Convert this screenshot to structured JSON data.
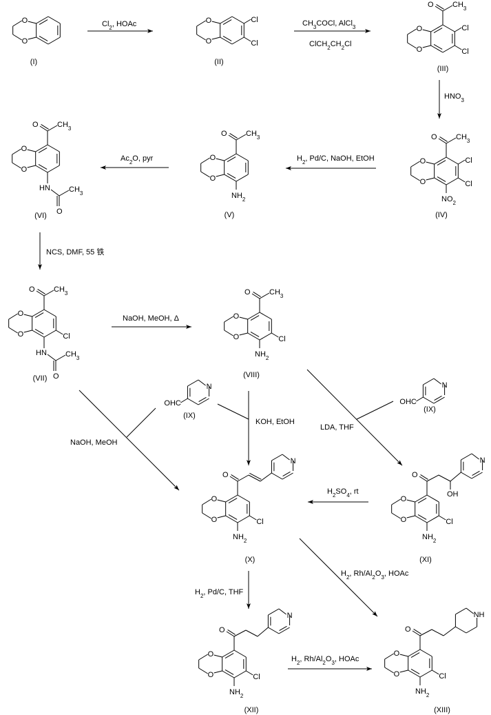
{
  "title": "Synthesis scheme of 1-(8-amino-7-chloro-2,3-dihydro-1,4-benzodioxin-5-yl)-3-(piperidin-4-yl)propan-1-one",
  "compounds": [
    {
      "id": "I",
      "label": "(I)"
    },
    {
      "id": "II",
      "label": "(II)"
    },
    {
      "id": "III",
      "label": "(III)"
    },
    {
      "id": "IV",
      "label": "(IV)"
    },
    {
      "id": "V",
      "label": "(V)"
    },
    {
      "id": "VI",
      "label": "(VI)"
    },
    {
      "id": "VII",
      "label": "(VII)"
    },
    {
      "id": "VIII",
      "label": "(VIII)"
    },
    {
      "id": "IX_a",
      "label": "(IX)"
    },
    {
      "id": "IX_b",
      "label": "(IX)"
    },
    {
      "id": "X",
      "label": "(X)"
    },
    {
      "id": "XI",
      "label": "(XI)"
    },
    {
      "id": "XII",
      "label": "(XII)"
    },
    {
      "id": "XIII",
      "label": "(XIII)"
    }
  ],
  "atoms": {
    "O": "O",
    "Cl": "Cl",
    "CH3": "CH",
    "sub3": "3",
    "NH2": "NH",
    "sub2": "2",
    "NO2": "NO",
    "HN": "HN",
    "N": "N",
    "NH": "NH",
    "OH": "OH",
    "OHC": "OHC"
  },
  "reactions": [
    {
      "id": "r1",
      "from": "I",
      "to": "II",
      "reagents": [
        {
          "t": "Cl"
        },
        {
          "t": "2",
          "sub": true
        },
        {
          "t": ", HOAc"
        }
      ]
    },
    {
      "id": "r2",
      "from": "II",
      "to": "III",
      "reagents": [
        {
          "t": "CH"
        },
        {
          "t": "3",
          "sub": true
        },
        {
          "t": "COCl, AlCl"
        },
        {
          "t": "3",
          "sub": true
        }
      ],
      "reagents_below": [
        {
          "t": "ClCH"
        },
        {
          "t": "2",
          "sub": true
        },
        {
          "t": "CH"
        },
        {
          "t": "2",
          "sub": true
        },
        {
          "t": "Cl"
        }
      ]
    },
    {
      "id": "r3",
      "from": "III",
      "to": "IV",
      "reagents": [
        {
          "t": "HNO"
        },
        {
          "t": "3",
          "sub": true
        }
      ]
    },
    {
      "id": "r4",
      "from": "IV",
      "to": "V",
      "reagents": [
        {
          "t": "H"
        },
        {
          "t": "2",
          "sub": true
        },
        {
          "t": ", Pd/C, NaOH, EtOH"
        }
      ]
    },
    {
      "id": "r5",
      "from": "V",
      "to": "VI",
      "reagents": [
        {
          "t": "Ac"
        },
        {
          "t": "2",
          "sub": true
        },
        {
          "t": "O, pyr"
        }
      ]
    },
    {
      "id": "r6",
      "from": "VI",
      "to": "VII",
      "reagents": [
        {
          "t": "NCS, DMF, 55 铁"
        }
      ]
    },
    {
      "id": "r7",
      "from": "VII",
      "to": "VIII",
      "reagents": [
        {
          "t": "NaOH, MeOH, Δ"
        }
      ]
    },
    {
      "id": "r8",
      "from": "VII",
      "to": "X",
      "reagents": [
        {
          "t": "NaOH, MeOH"
        }
      ]
    },
    {
      "id": "r9",
      "from": "VIII",
      "to": "X",
      "reagents": [
        {
          "t": "KOH, EtOH"
        }
      ]
    },
    {
      "id": "r10",
      "from": "VIII",
      "to": "XI",
      "reagents": [
        {
          "t": "LDA, THF"
        }
      ]
    },
    {
      "id": "r11",
      "from": "XI",
      "to": "X",
      "reagents": [
        {
          "t": "H"
        },
        {
          "t": "2",
          "sub": true
        },
        {
          "t": "SO"
        },
        {
          "t": "4",
          "sub": true
        },
        {
          "t": ", rt"
        }
      ]
    },
    {
      "id": "r12",
      "from": "X",
      "to": "XII",
      "reagents": [
        {
          "t": "H"
        },
        {
          "t": "2",
          "sub": true
        },
        {
          "t": ", Pd/C, THF"
        }
      ]
    },
    {
      "id": "r13",
      "from": "X",
      "to": "XIII",
      "reagents": [
        {
          "t": "H"
        },
        {
          "t": "2",
          "sub": true
        },
        {
          "t": ", Rh/Al"
        },
        {
          "t": "2",
          "sub": true
        },
        {
          "t": "O"
        },
        {
          "t": "3",
          "sub": true
        },
        {
          "t": ", HOAc"
        }
      ]
    },
    {
      "id": "r14",
      "from": "XII",
      "to": "XIII",
      "reagents": [
        {
          "t": "H"
        },
        {
          "t": "2",
          "sub": true
        },
        {
          "t": ", Rh/Al"
        },
        {
          "t": "2",
          "sub": true
        },
        {
          "t": "O"
        },
        {
          "t": "3",
          "sub": true
        },
        {
          "t": ", HOAc"
        }
      ]
    }
  ]
}
